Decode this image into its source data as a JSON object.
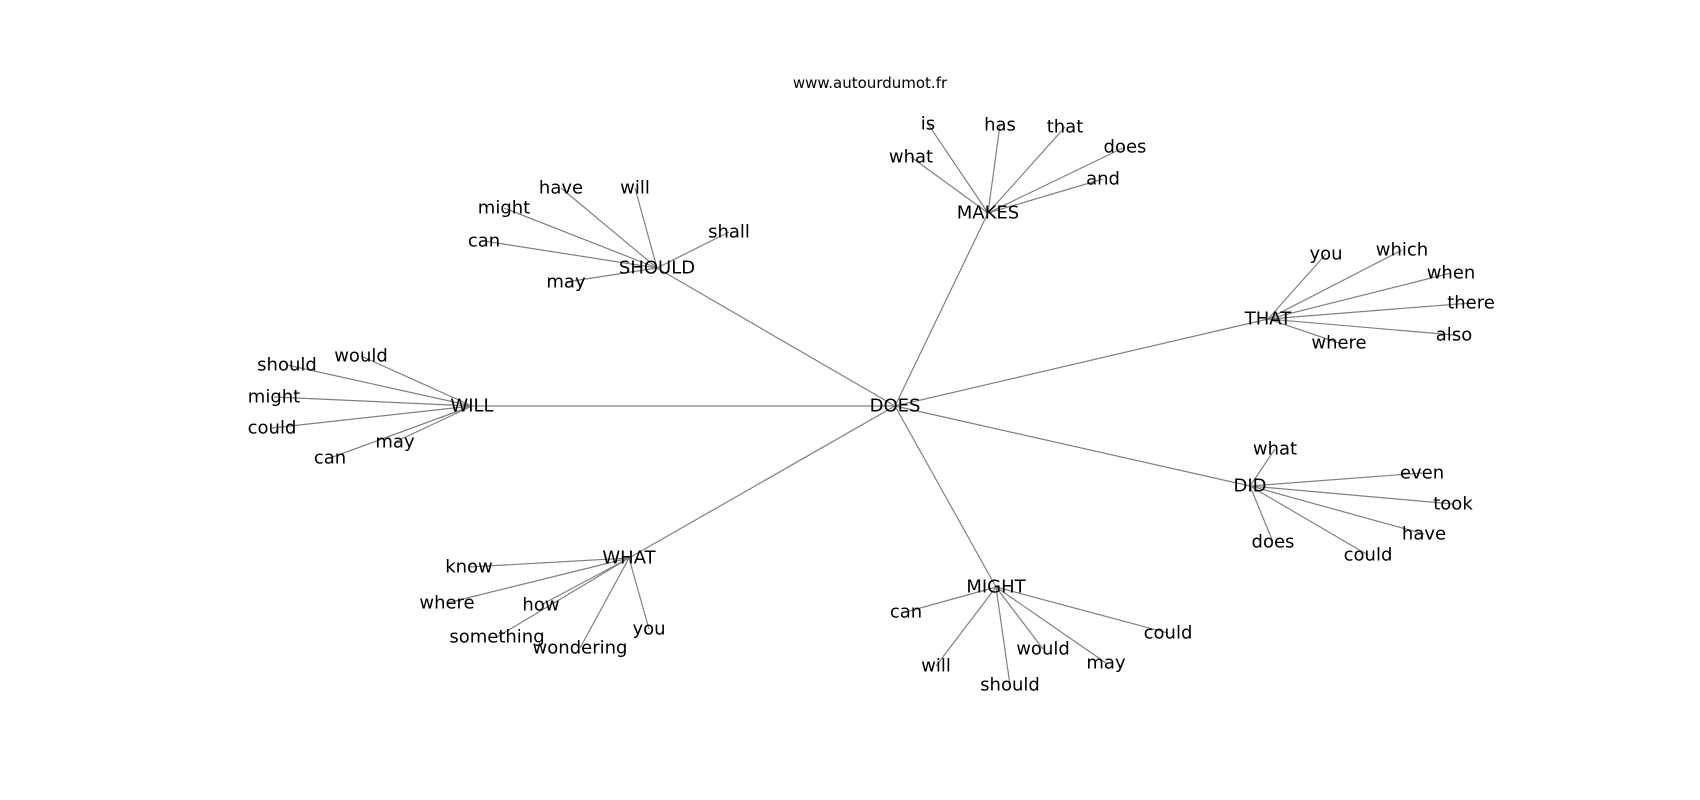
{
  "site": "www.autourdumot.fr",
  "colors": {
    "edge": "#808080",
    "text": "#000000",
    "background": "#ffffff"
  },
  "graph": {
    "root": "DOES",
    "hubs": [
      {
        "id": "makes",
        "label": "MAKES",
        "children": [
          "is",
          "has",
          "that",
          "what",
          "does",
          "and"
        ]
      },
      {
        "id": "should",
        "label": "SHOULD",
        "children": [
          "have",
          "will",
          "might",
          "shall",
          "can",
          "may"
        ]
      },
      {
        "id": "that",
        "label": "THAT",
        "children": [
          "you",
          "which",
          "when",
          "there",
          "also",
          "where"
        ]
      },
      {
        "id": "will",
        "label": "WILL",
        "children": [
          "would",
          "should",
          "might",
          "could",
          "may",
          "can"
        ]
      },
      {
        "id": "did",
        "label": "DID",
        "children": [
          "what",
          "even",
          "took",
          "have",
          "does",
          "could"
        ]
      },
      {
        "id": "what",
        "label": "WHAT",
        "children": [
          "know",
          "where",
          "how",
          "something",
          "wondering",
          "you"
        ]
      },
      {
        "id": "might",
        "label": "MIGHT",
        "children": [
          "can",
          "will",
          "would",
          "should",
          "may",
          "could"
        ]
      }
    ]
  }
}
